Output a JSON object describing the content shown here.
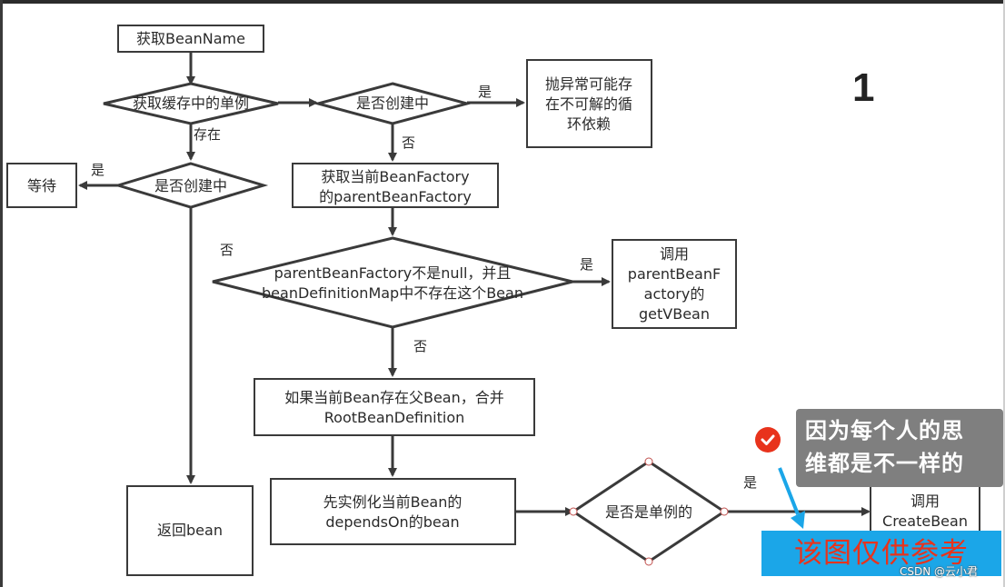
{
  "diagram": {
    "page_number": "1",
    "nodes": {
      "get_bean_name": "获取BeanName",
      "get_cached_singleton": "获取缓存中的单例",
      "is_creating_top": "是否创建中",
      "throw_exception": [
        "抛异常可能存",
        "在不可解的循",
        "环依赖"
      ],
      "wait": "等待",
      "is_creating_left": "是否创建中",
      "get_parent_factory": [
        "获取当前BeanFactory",
        "的parentBeanFactory"
      ],
      "parent_not_null_check": [
        "parentBeanFactory不是null，并且",
        "beanDefinitionMap中不存在这个Bean"
      ],
      "call_parent_get_bean": [
        "调用",
        "parentBeanF",
        "actory的",
        "getVBean"
      ],
      "merge_root_definition": [
        "如果当前Bean存在父Bean，合并",
        "RootBeanDefinition"
      ],
      "return_bean": "返回bean",
      "instantiate_depends_on": [
        "先实例化当前Bean的",
        "dependsOn的bean"
      ],
      "is_singleton": "是否是单例的",
      "call_create_bean": [
        "调用",
        "CreateBean"
      ]
    },
    "edge_labels": {
      "exists": "存在",
      "yes_throw": "是",
      "yes_wait": "是",
      "no_left": "否",
      "no_top": "否",
      "yes_parent": "是",
      "no_parent": "否",
      "yes_singleton": "是"
    }
  },
  "overlay": {
    "note_line1": "因为每个人的思",
    "note_line2": "维都是不一样的",
    "disclaimer": "该图仅供参考",
    "watermark": "CSDN @云小君"
  },
  "colors": {
    "stroke": "#3a3a3a",
    "arrow_fill": "#3a3a3a",
    "note_bg": "#7f7f7f",
    "check_red": "#e8331c",
    "disclaimer_bg": "#1ba6e8",
    "disclaimer_text": "#e8331c"
  }
}
